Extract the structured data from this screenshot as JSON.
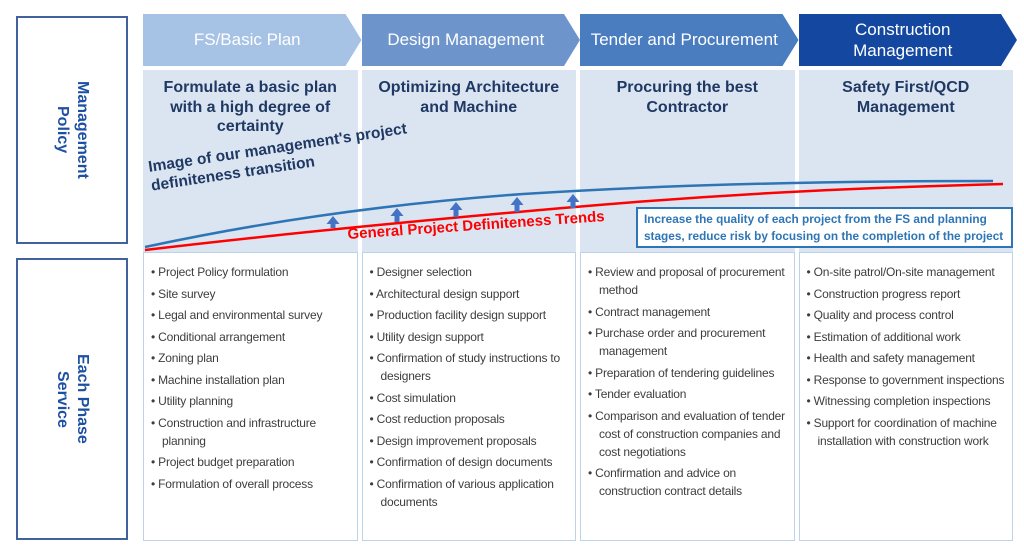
{
  "sidebar": {
    "sections": [
      {
        "label": "Management Policy"
      },
      {
        "label": "Each Phase Service"
      }
    ]
  },
  "phases": [
    {
      "header": "FS/Basic Plan",
      "arrow_color": "#a6c2e4",
      "policy": "Formulate a basic plan with a high degree of certainty",
      "services": [
        "Project Policy formulation",
        "Site survey",
        "Legal and environmental survey",
        "Conditional arrangement",
        "Zoning plan",
        "Machine installation plan",
        "Utility planning",
        "Construction and infrastructure planning",
        "Project budget preparation",
        "Formulation of overall process"
      ]
    },
    {
      "header": "Design Management",
      "arrow_color": "#6e94cc",
      "policy": "Optimizing Architecture and Machine",
      "services": [
        "Designer selection",
        "Architectural design support",
        "Production facility design support",
        "Utility design support",
        "Confirmation of study instructions to designers",
        "Cost simulation",
        "Cost reduction proposals",
        "Design improvement proposals",
        "Confirmation of design documents",
        "Confirmation of various application documents"
      ]
    },
    {
      "header": "Tender and Procurement",
      "arrow_color": "#4a7cc0",
      "policy": "Procuring the best Contractor",
      "services": [
        "Review and proposal of procurement method",
        "Contract management",
        "Purchase order and procurement management",
        "Preparation of tendering guidelines",
        "Tender evaluation",
        "Comparison and evaluation of tender cost of construction companies and cost negotiations",
        "Confirmation and advice on construction contract details"
      ]
    },
    {
      "header": "Construction Management",
      "arrow_color": "#1448a0",
      "policy": "Safety First/QCD Management",
      "services": [
        "On-site patrol/On-site management",
        "Construction progress report",
        "Quality and process control",
        "Estimation of additional work",
        "Health and safety management",
        "Response to government inspections",
        "Witnessing completion inspections",
        "Support for coordination of machine installation with construction work"
      ]
    }
  ],
  "trend_chart": {
    "type": "line",
    "series": [
      {
        "name": "Image of our management's project definiteness transition",
        "color": "#2e75b6"
      },
      {
        "name": "General Project Definiteness Trends",
        "color": "#ff0000"
      }
    ],
    "arrow_color": "#4472c4",
    "annotation": "Increase the quality of each project from the FS and planning stages, reduce risk by focusing on the completion of the project",
    "annotation_color": "#2e75b6"
  },
  "colors": {
    "panel_background": "#dbe5f1",
    "policy_text": "#1f3864",
    "sidebar_text": "#1d50a2",
    "sidebar_border": "#41629e",
    "service_text": "#3d3d3d",
    "header_text": "#ffffff"
  }
}
